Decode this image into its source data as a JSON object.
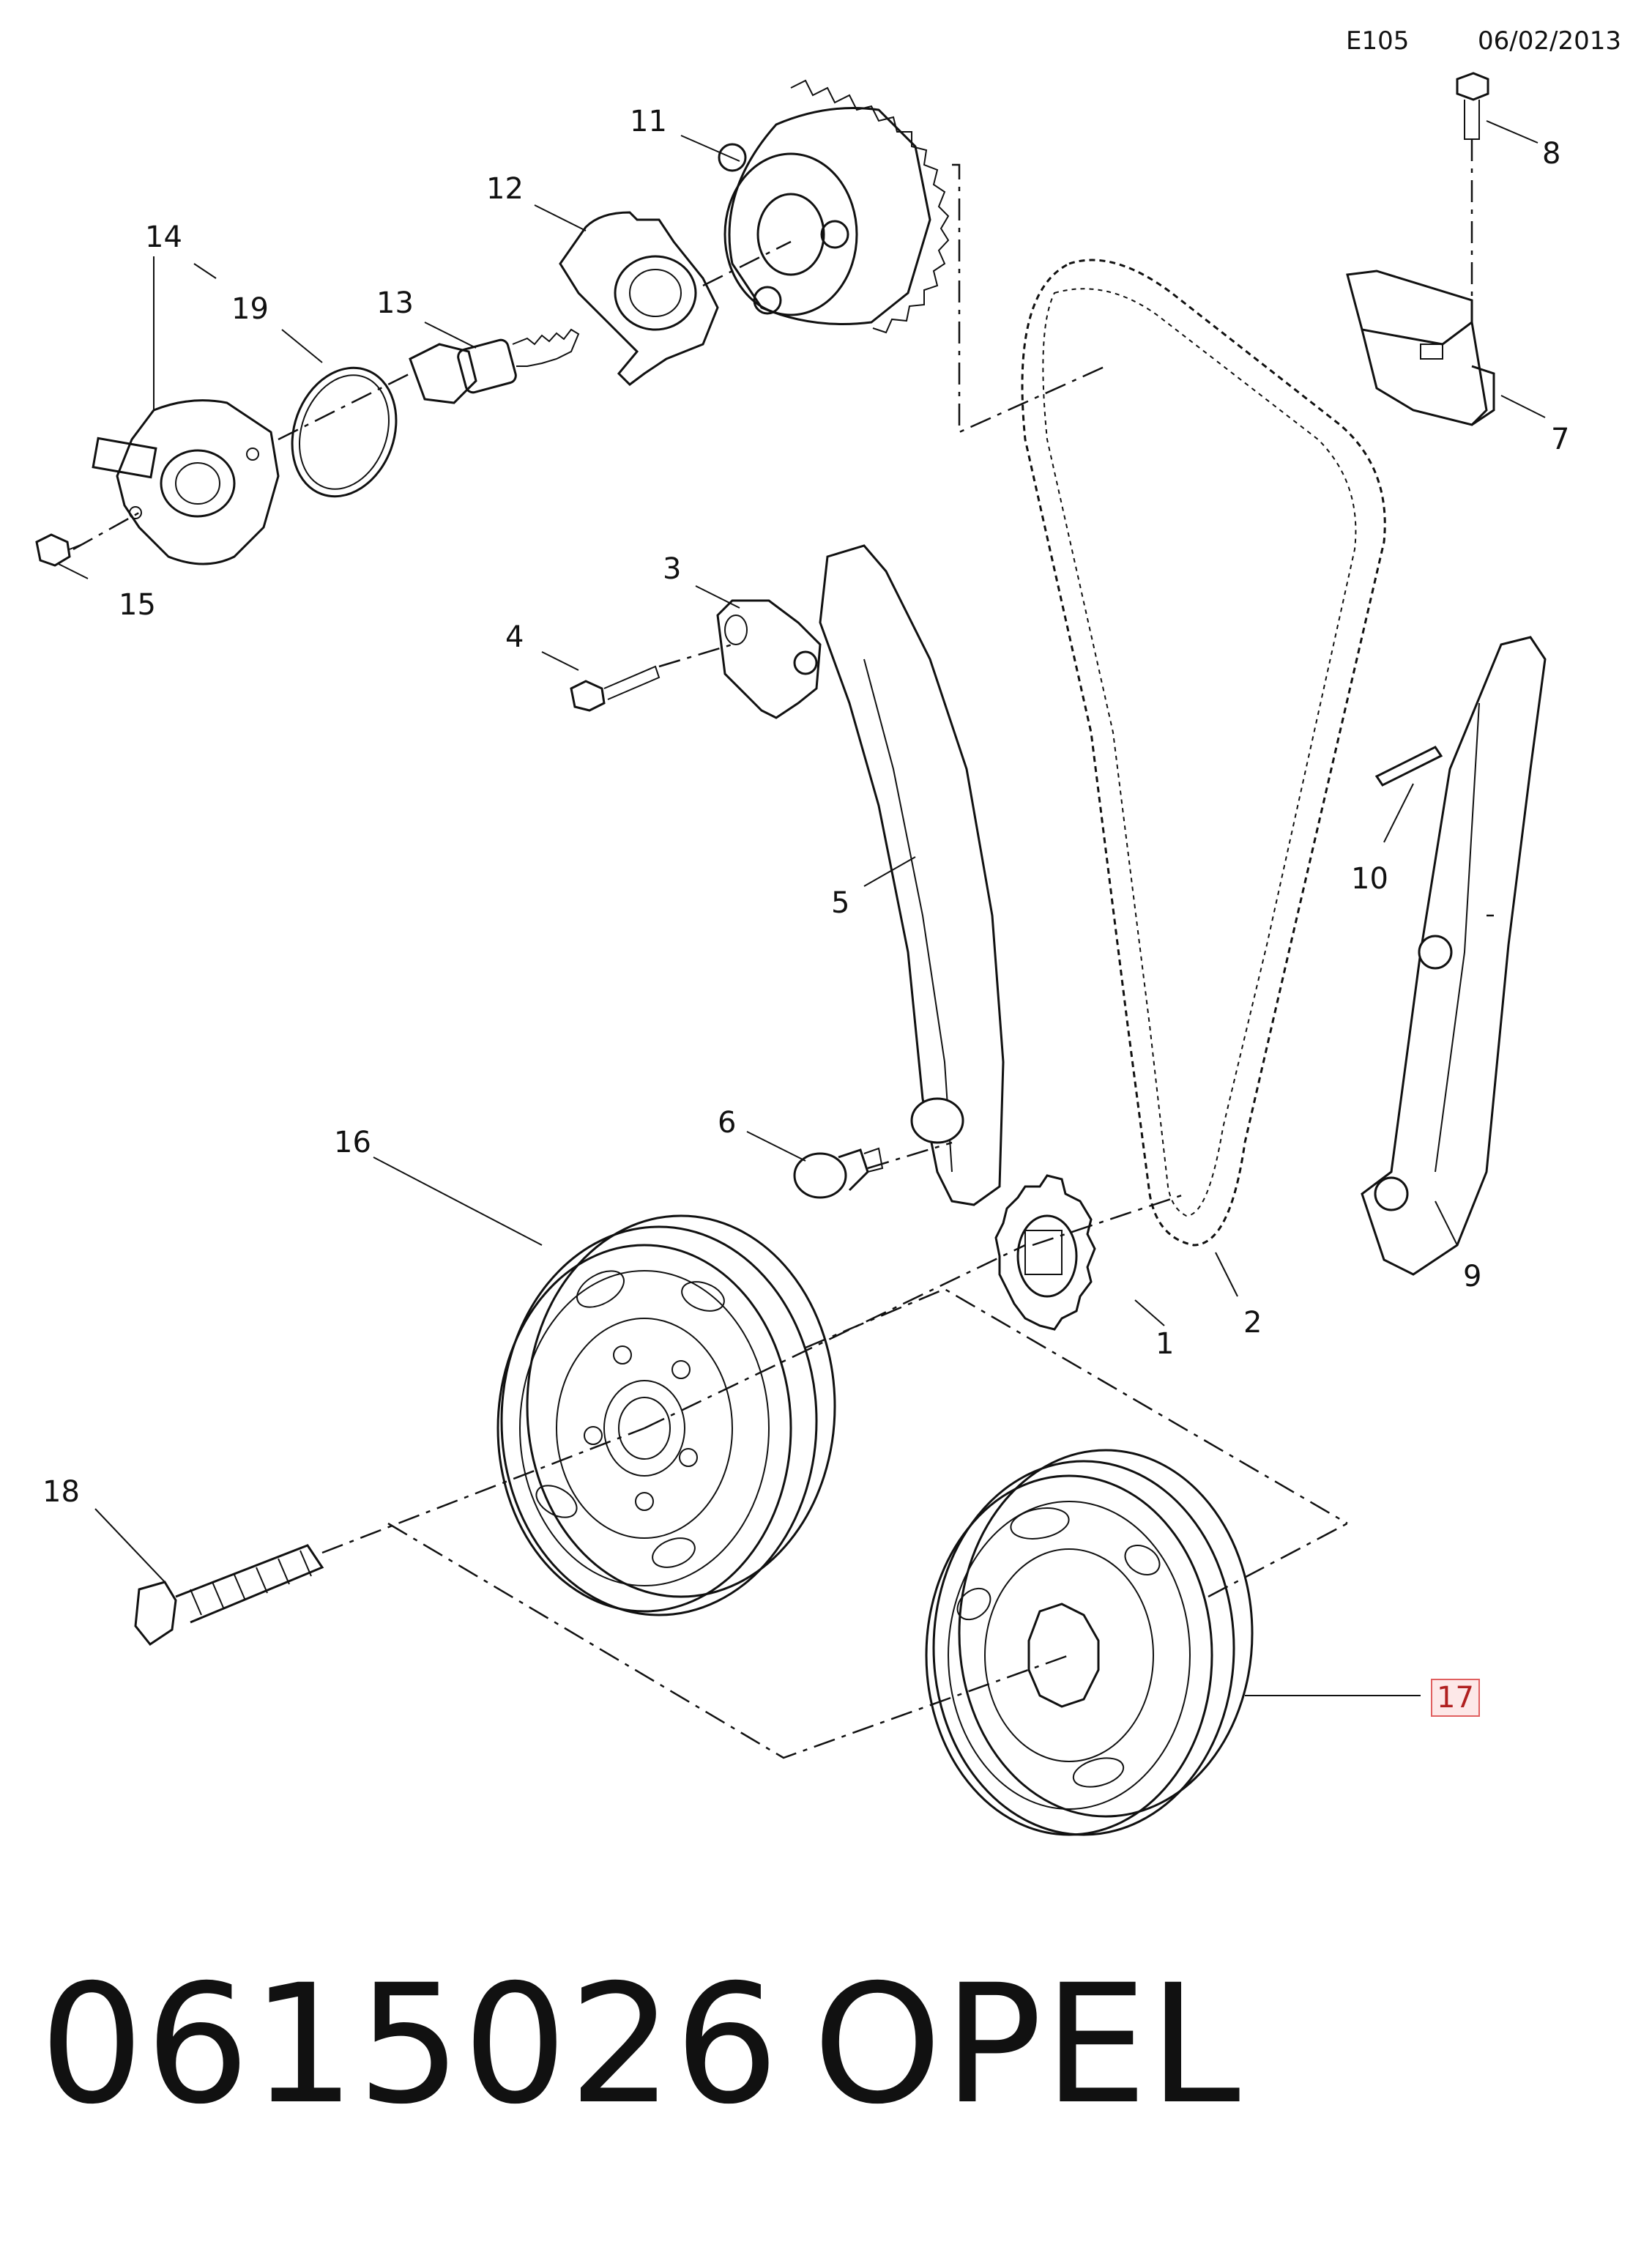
{
  "header": {
    "code": "E105",
    "date": "06/02/2013"
  },
  "callouts": {
    "c1": "1",
    "c2": "2",
    "c3": "3",
    "c4": "4",
    "c5": "5",
    "c6": "6",
    "c7": "7",
    "c8": "8",
    "c9": "9",
    "c10": "10",
    "c11": "11",
    "c12": "12",
    "c13": "13",
    "c14": "14",
    "c15": "15",
    "c16": "16",
    "c17": "17",
    "c18": "18",
    "c19": "19"
  },
  "highlighted_callout": "17",
  "footer": {
    "part_number": "0615026",
    "brand": "OPEL"
  },
  "colors": {
    "line": "#111111",
    "highlight_border": "#e06060",
    "highlight_fill": "#fde8e8"
  }
}
